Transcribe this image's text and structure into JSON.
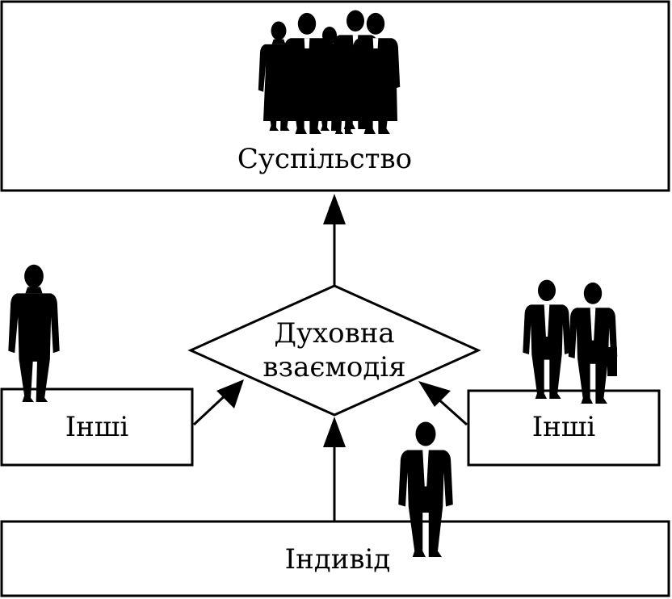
{
  "diagram": {
    "society_label": "Суспільство",
    "interaction_line1": "Духовна",
    "interaction_line2": "взаємодія",
    "others_left_label": "Інші",
    "others_right_label": "Інші",
    "individual_label": "Індивід"
  },
  "colors": {
    "ink": "#000000",
    "paper": "#ffffff"
  },
  "icons": [
    "crowd-icon",
    "person-icon",
    "businessman-icon",
    "briefcase-icon"
  ]
}
